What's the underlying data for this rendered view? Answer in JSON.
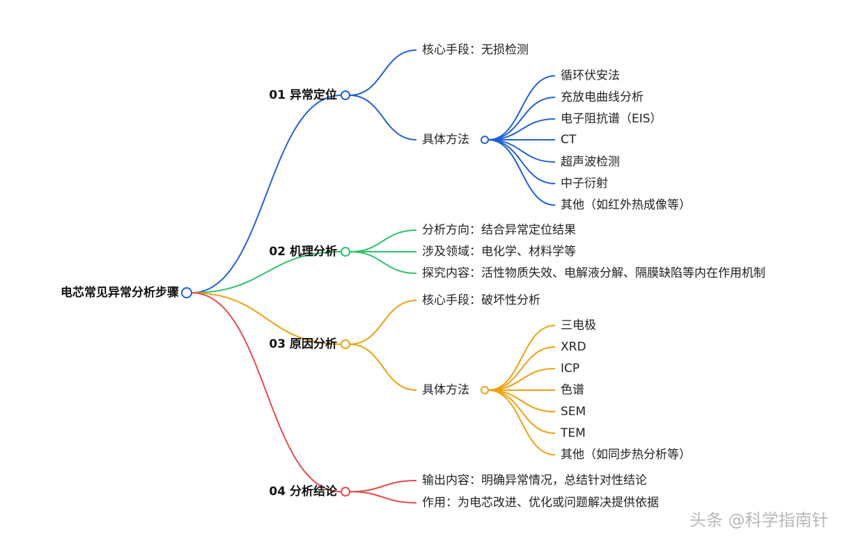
{
  "root": {
    "label": "电芯常见异常分析步骤"
  },
  "branches": [
    {
      "id": "b1",
      "label": "01 异常定位",
      "color": "#1f5fd6",
      "children": [
        {
          "id": "b1c1",
          "label": "核心手段：无损检测"
        },
        {
          "id": "b1c2",
          "label": "具体方法",
          "children": [
            "循环伏安法",
            "充放电曲线分析",
            "电子阻抗谱（EIS）",
            "CT",
            "超声波检测",
            "中子衍射",
            "其他（如红外热成像等）"
          ]
        }
      ]
    },
    {
      "id": "b2",
      "label": "02 机理分析",
      "color": "#2ec26a",
      "children": [
        {
          "id": "b2c1",
          "label": "分析方向：结合异常定位结果"
        },
        {
          "id": "b2c2",
          "label": "涉及领域：电化学、材料学等"
        },
        {
          "id": "b2c3",
          "label": "探究内容：活性物质失效、电解液分解、隔膜缺陷等内在作用机制"
        }
      ]
    },
    {
      "id": "b3",
      "label": "03 原因分析",
      "color": "#f0a010",
      "children": [
        {
          "id": "b3c1",
          "label": "核心手段：破坏性分析"
        },
        {
          "id": "b3c2",
          "label": "具体方法",
          "children": [
            "三电极",
            "XRD",
            "ICP",
            "色谱",
            "SEM",
            "TEM",
            "其他（如同步热分析等）"
          ]
        }
      ]
    },
    {
      "id": "b4",
      "label": "04 分析结论",
      "color": "#e84a4a",
      "children": [
        {
          "id": "b4c1",
          "label": "输出内容：明确异常情况，总结针对性结论"
        },
        {
          "id": "b4c2",
          "label": "作用：为电芯改进、优化或问题解决提供依据"
        }
      ]
    }
  ],
  "watermark": "头条 @科学指南针"
}
